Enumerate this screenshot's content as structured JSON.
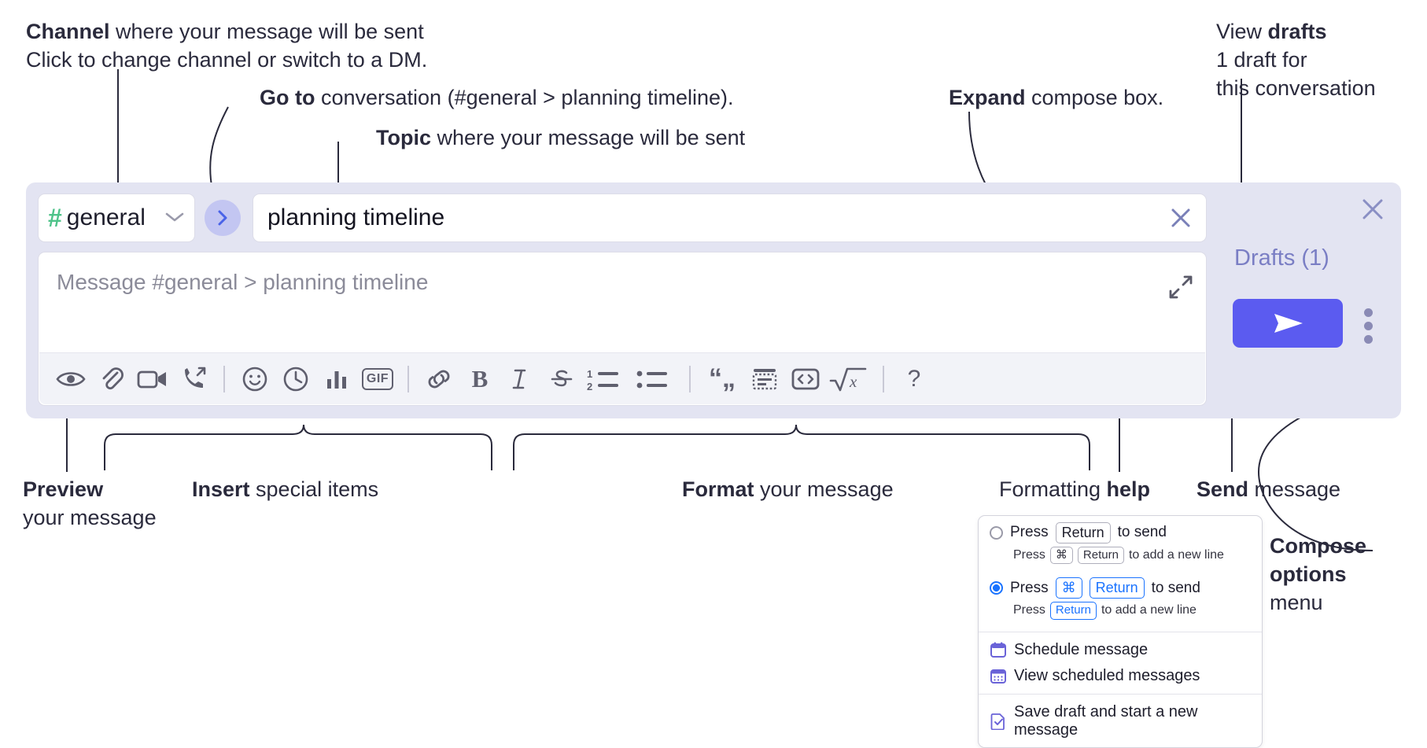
{
  "annotations": {
    "channel": {
      "bold": "Channel",
      "rest": " where your message will be sent",
      "sub": "Click to change channel or switch to a DM."
    },
    "goto": {
      "bold": "Go to",
      "rest": " conversation (#general > planning timeline)."
    },
    "topic": {
      "bold": "Topic",
      "rest": " where your message will be sent"
    },
    "expand": {
      "bold": "Expand",
      "rest": " compose box."
    },
    "drafts": {
      "line1_plain": "View ",
      "line1_bold": "drafts",
      "line2": "1 draft for",
      "line3": "this conversation"
    },
    "preview": {
      "bold": "Preview",
      "line2": "your message"
    },
    "insert": {
      "bold": "Insert",
      "rest": " special items"
    },
    "format": {
      "bold": "Format",
      "rest": " your message"
    },
    "help": {
      "plain": "Formatting ",
      "bold": "help"
    },
    "send": {
      "bold": "Send",
      "rest": " message"
    },
    "compose_options": {
      "bold1": "Compose",
      "bold2": "options",
      "rest": "menu"
    }
  },
  "compose": {
    "channel": {
      "hash": "#",
      "name": "general",
      "chevron": "⌄"
    },
    "goto_label": "go-to-conversation",
    "topic": {
      "value": "planning timeline"
    },
    "message": {
      "placeholder": "Message #general > planning timeline"
    },
    "toolbar": [
      {
        "name": "preview-icon",
        "label": "Preview"
      },
      {
        "name": "attachment-icon",
        "label": "Attach file"
      },
      {
        "name": "video-icon",
        "label": "Video clip"
      },
      {
        "name": "audio-call-icon",
        "label": "Audio clip"
      },
      {
        "name": "emoji-icon",
        "label": "Emoji"
      },
      {
        "name": "clock-icon",
        "label": "Reminder"
      },
      {
        "name": "poll-icon",
        "label": "Poll"
      },
      {
        "name": "gif-icon",
        "label": "GIF"
      },
      {
        "name": "link-icon",
        "label": "Link"
      },
      {
        "name": "bold-icon",
        "label": "B"
      },
      {
        "name": "italic-icon",
        "label": "I"
      },
      {
        "name": "strikethrough-icon",
        "label": "S"
      },
      {
        "name": "ordered-list-icon",
        "label": "Ordered list"
      },
      {
        "name": "bulleted-list-icon",
        "label": "Bulleted list"
      },
      {
        "name": "blockquote-icon",
        "label": "Blockquote"
      },
      {
        "name": "code-block-icon",
        "label": "Code block"
      },
      {
        "name": "inline-code-icon",
        "label": "Code"
      },
      {
        "name": "math-icon",
        "label": "Math"
      },
      {
        "name": "help-icon",
        "label": "?"
      }
    ],
    "drafts_label": "Drafts (1)",
    "send_label": "send",
    "kebab_label": "compose-options"
  },
  "menu": {
    "option1": {
      "press": "Press",
      "key": "Return",
      "tail": "to send",
      "selected": false
    },
    "option1_sub": {
      "press": "Press",
      "key1": "⌘",
      "key2": "Return",
      "tail": "to add a new line"
    },
    "option2": {
      "press": "Press",
      "key1": "⌘",
      "key2": "Return",
      "tail": "to send",
      "selected": true
    },
    "option2_sub": {
      "press": "Press",
      "key": "Return",
      "tail": "to add a new line"
    },
    "items": [
      {
        "icon": "calendar-schedule-icon",
        "label": "Schedule message"
      },
      {
        "icon": "calendar-grid-icon",
        "label": "View scheduled messages"
      },
      {
        "icon": "save-draft-icon",
        "label": "Save draft and start a new message"
      }
    ]
  },
  "colors": {
    "accent": "#5b5bf0",
    "panel": "#e3e4f2",
    "hash": "#4fc38a",
    "drafts": "#7a7ec4",
    "radio_blue": "#1a73ff"
  }
}
